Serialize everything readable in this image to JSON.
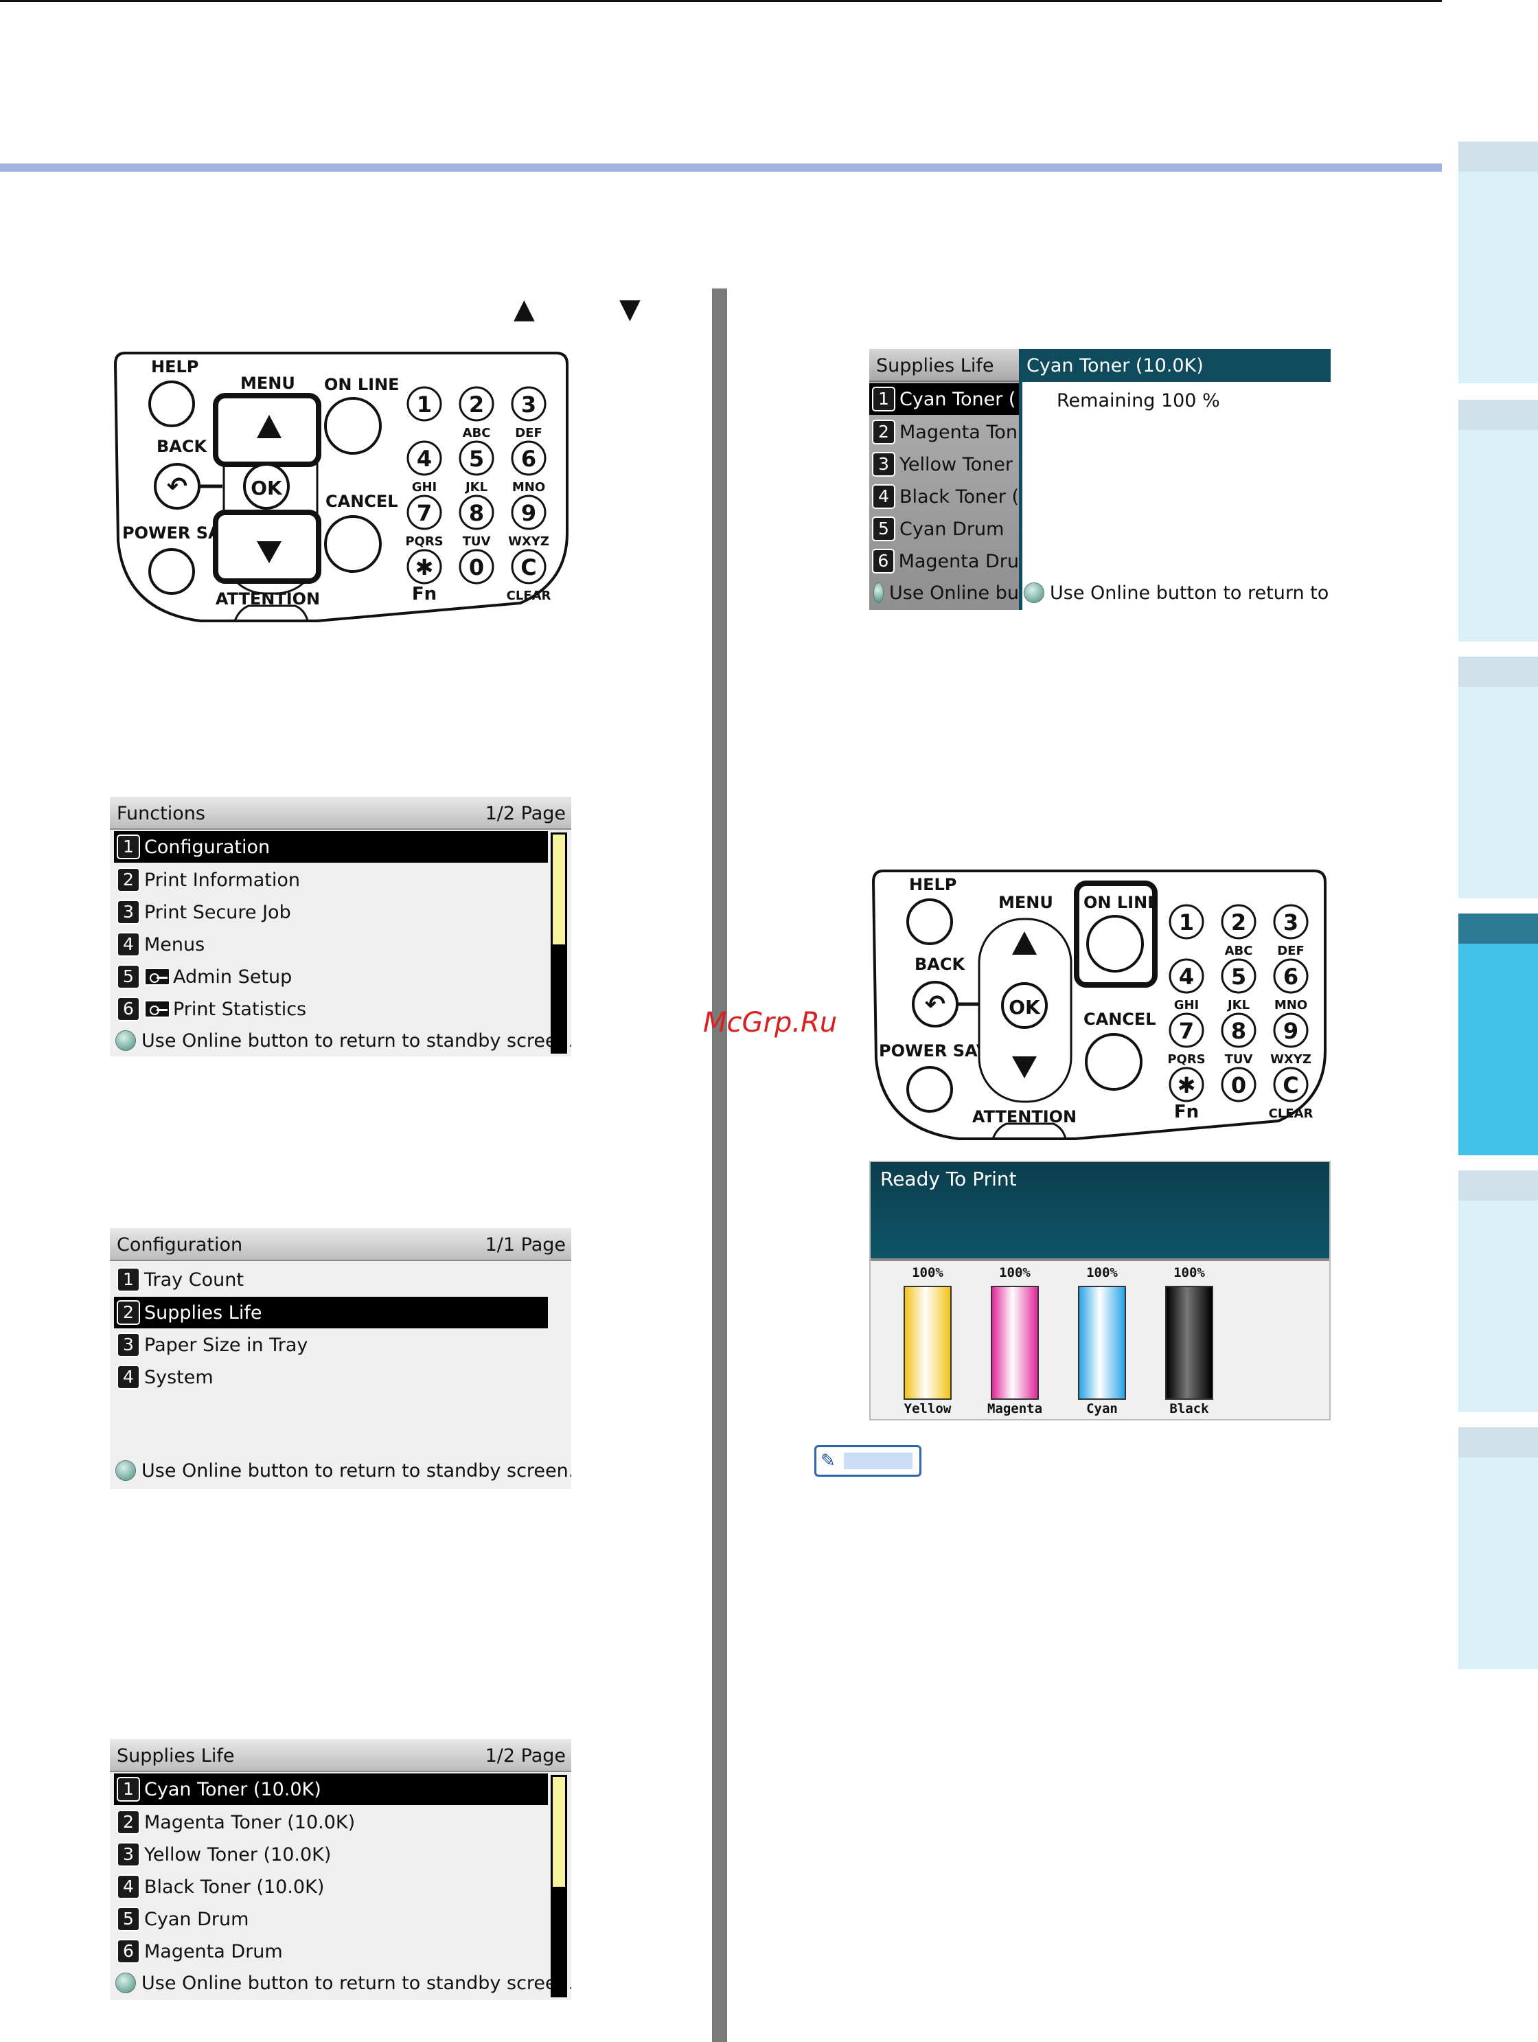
{
  "nav_arrows": {
    "up": "▲",
    "down": "▼"
  },
  "control_panel": {
    "help": "HELP",
    "menu": "MENU",
    "online": "ON LINE",
    "back": "BACK",
    "ok": "OK",
    "cancel": "CANCEL",
    "power_save_cropped": "POWER SAV",
    "power_save": "POWER SAVE",
    "attention": "ATTENTION",
    "keys": [
      {
        "num": "1",
        "sub": ""
      },
      {
        "num": "2",
        "sub": "ABC"
      },
      {
        "num": "3",
        "sub": "DEF"
      },
      {
        "num": "4",
        "sub": "GHI"
      },
      {
        "num": "5",
        "sub": "JKL"
      },
      {
        "num": "6",
        "sub": "MNO"
      },
      {
        "num": "7",
        "sub": "PQRS"
      },
      {
        "num": "8",
        "sub": "TUV"
      },
      {
        "num": "9",
        "sub": "WXYZ"
      },
      {
        "num": "✱",
        "sub": "Fn"
      },
      {
        "num": "0",
        "sub": ""
      },
      {
        "num": "C",
        "sub": "CLEAR"
      }
    ]
  },
  "functions_screen": {
    "title": "Functions",
    "page": "1/2 Page",
    "items": [
      {
        "n": "1",
        "label": "Configuration"
      },
      {
        "n": "2",
        "label": "Print Information"
      },
      {
        "n": "3",
        "label": "Print Secure Job"
      },
      {
        "n": "4",
        "label": "Menus"
      },
      {
        "n": "5",
        "label": "Admin Setup"
      },
      {
        "n": "6",
        "label": "Print Statistics"
      }
    ],
    "footer": "Use Online button to return to standby screen..."
  },
  "configuration_screen": {
    "title": "Configuration",
    "page": "1/1 Page",
    "items": [
      {
        "n": "1",
        "label": "Tray Count"
      },
      {
        "n": "2",
        "label": "Supplies Life"
      },
      {
        "n": "3",
        "label": "Paper Size in Tray"
      },
      {
        "n": "4",
        "label": "System"
      }
    ],
    "footer": "Use Online button to return to standby screen."
  },
  "supplies_screen": {
    "title": "Supplies Life",
    "page": "1/2 Page",
    "items": [
      {
        "n": "1",
        "label": "Cyan Toner (10.0K)"
      },
      {
        "n": "2",
        "label": "Magenta Toner (10.0K)"
      },
      {
        "n": "3",
        "label": "Yellow Toner (10.0K)"
      },
      {
        "n": "4",
        "label": "Black Toner (10.0K)"
      },
      {
        "n": "5",
        "label": "Cyan Drum"
      },
      {
        "n": "6",
        "label": "Magenta Drum"
      }
    ],
    "footer": "Use Online button to return to standby screen..."
  },
  "cyan_detail_screen": {
    "left_title": "Supplies Life",
    "left_items": [
      {
        "n": "1",
        "label": "Cyan Toner ("
      },
      {
        "n": "2",
        "label": "Magenta Ton"
      },
      {
        "n": "3",
        "label": "Yellow Toner"
      },
      {
        "n": "4",
        "label": "Black Toner ("
      },
      {
        "n": "5",
        "label": "Cyan Drum"
      },
      {
        "n": "6",
        "label": "Magenta Dru"
      }
    ],
    "left_footer": "Use Online bu",
    "right_title": "Cyan Toner (10.0K)",
    "remaining": "Remaining 100 %",
    "right_footer": "Use Online button to return to s..."
  },
  "ready_screen": {
    "title": "Ready To Print",
    "toners": [
      {
        "name": "Yellow",
        "level": "100%",
        "fraction": 1.0,
        "color": "#f3c21a"
      },
      {
        "name": "Magenta",
        "level": "100%",
        "fraction": 1.0,
        "color": "#e0289a"
      },
      {
        "name": "Cyan",
        "level": "100%",
        "fraction": 1.0,
        "color": "#2aa4e6"
      },
      {
        "name": "Black",
        "level": "100%",
        "fraction": 1.0,
        "color": "#111111"
      }
    ]
  },
  "note_icon": "✎",
  "watermark": "McGrp.Ru",
  "colors": {
    "accent_blue": "#9fb4e0",
    "sidebar_light": "#daf0f8",
    "sidebar_active": "#41c2e8",
    "sidebar_active_top": "#2c7a93",
    "sidebar_top": "#cfe1e8",
    "lcd_title_dark": "#0f4b5c"
  }
}
